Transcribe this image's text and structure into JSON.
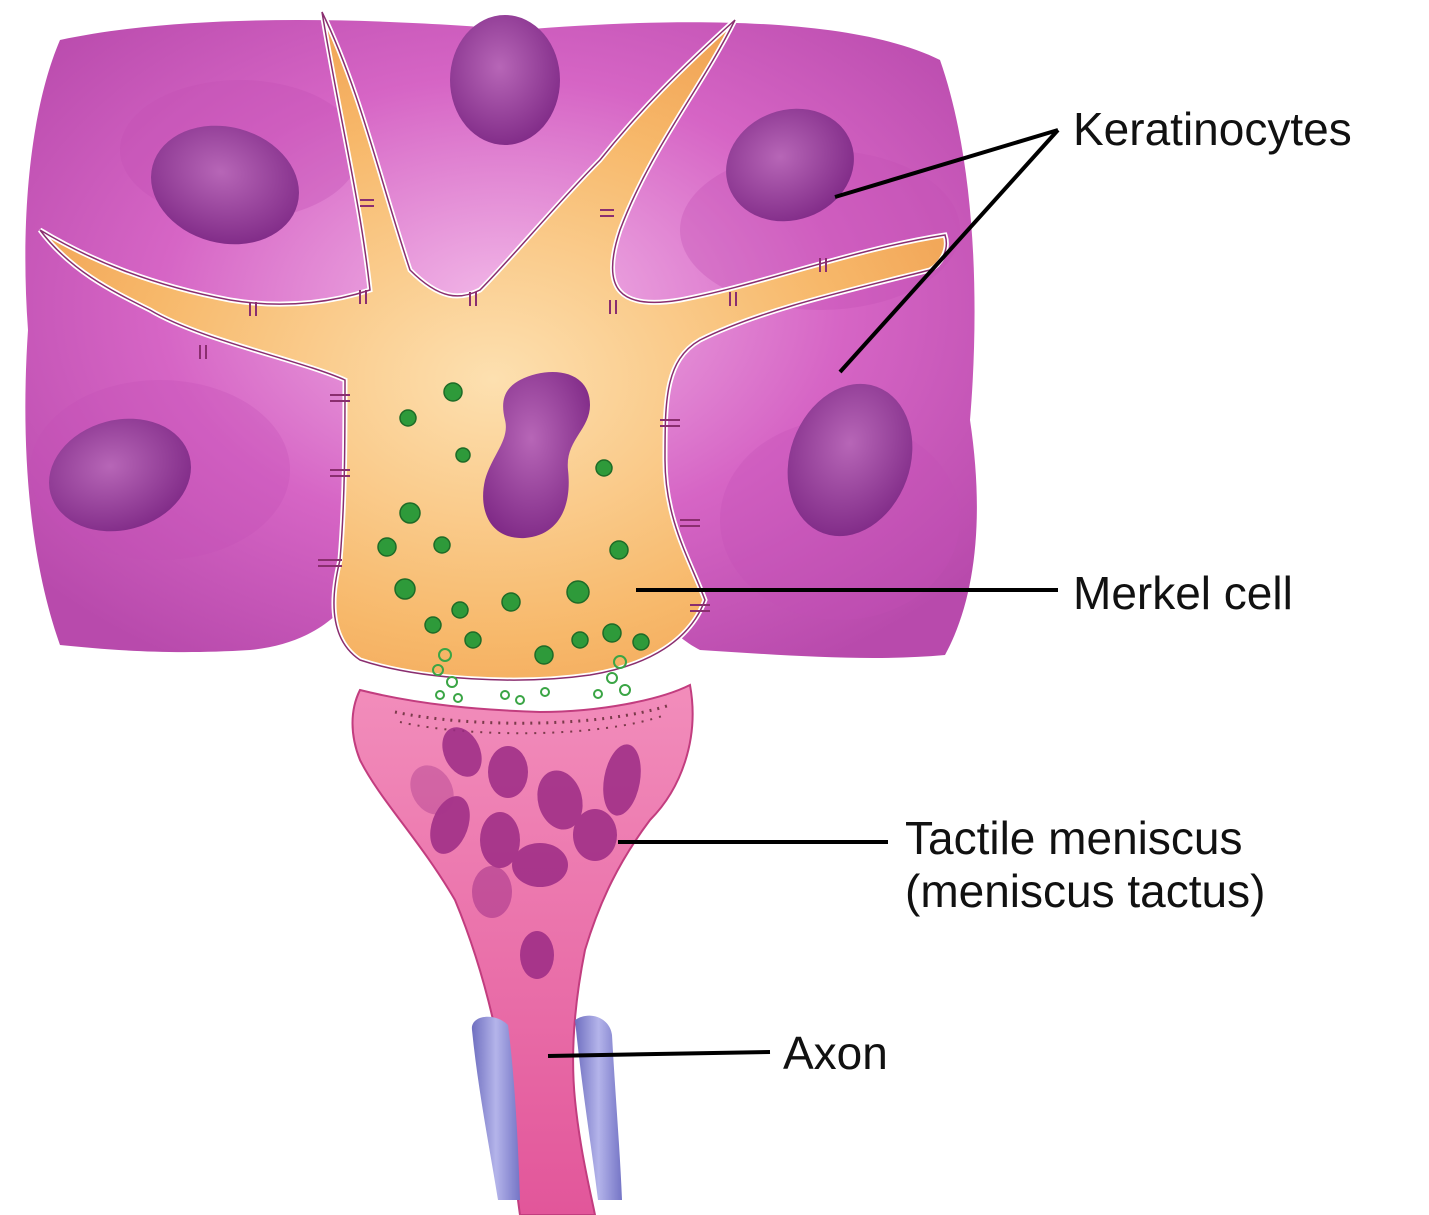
{
  "labels": {
    "keratinocytes": "Keratinocytes",
    "merkel_cell": "Merkel cell",
    "tactile_meniscus_line1": "Tactile meniscus",
    "tactile_meniscus_line2": "(meniscus tactus)",
    "axon": "Axon"
  },
  "colors": {
    "keratinocyte_cytoplasm": "#d665c5",
    "keratinocyte_nucleus": "#8a2e8f",
    "merkel_cell": "#f4b060",
    "granules": "#2e9a3a",
    "meniscus": "#e96aa8",
    "meniscus_mitochondria": "#9c2b85",
    "myelin_sheath": "#8f8fd6",
    "leader_line": "#000000"
  }
}
